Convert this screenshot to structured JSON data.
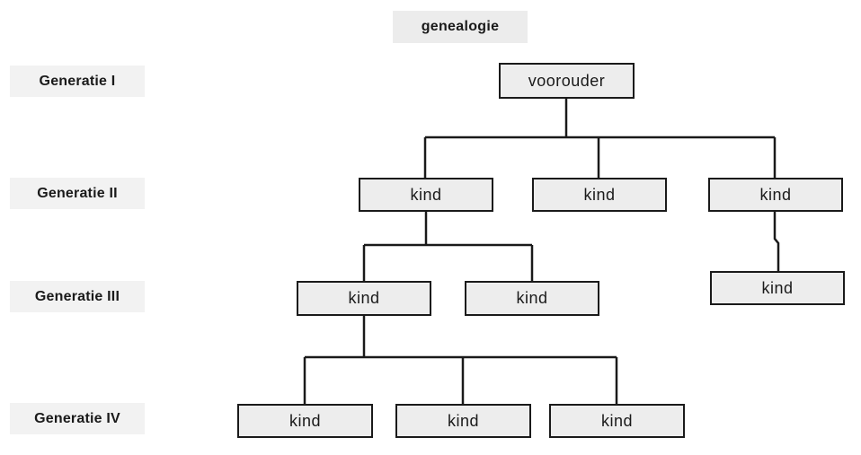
{
  "title": "genealogie",
  "generations": [
    {
      "label": "Generatie I"
    },
    {
      "label": "Generatie II"
    },
    {
      "label": "Generatie III"
    },
    {
      "label": "Generatie IV"
    }
  ],
  "tree": {
    "root": {
      "label": "voorouder"
    },
    "generation_2": [
      {
        "label": "kind"
      },
      {
        "label": "kind"
      },
      {
        "label": "kind"
      }
    ],
    "generation_3": [
      {
        "label": "kind"
      },
      {
        "label": "kind"
      },
      {
        "label": "kind"
      }
    ],
    "generation_4": [
      {
        "label": "kind"
      },
      {
        "label": "kind"
      },
      {
        "label": "kind"
      }
    ]
  },
  "colors": {
    "background": "#ffffff",
    "node_fill": "#ededed",
    "node_border": "#1a1a1a",
    "label_background": "#f2f2f2",
    "title_background": "#ececec",
    "connector": "#1a1a1a",
    "text": "#1a1a1a"
  }
}
